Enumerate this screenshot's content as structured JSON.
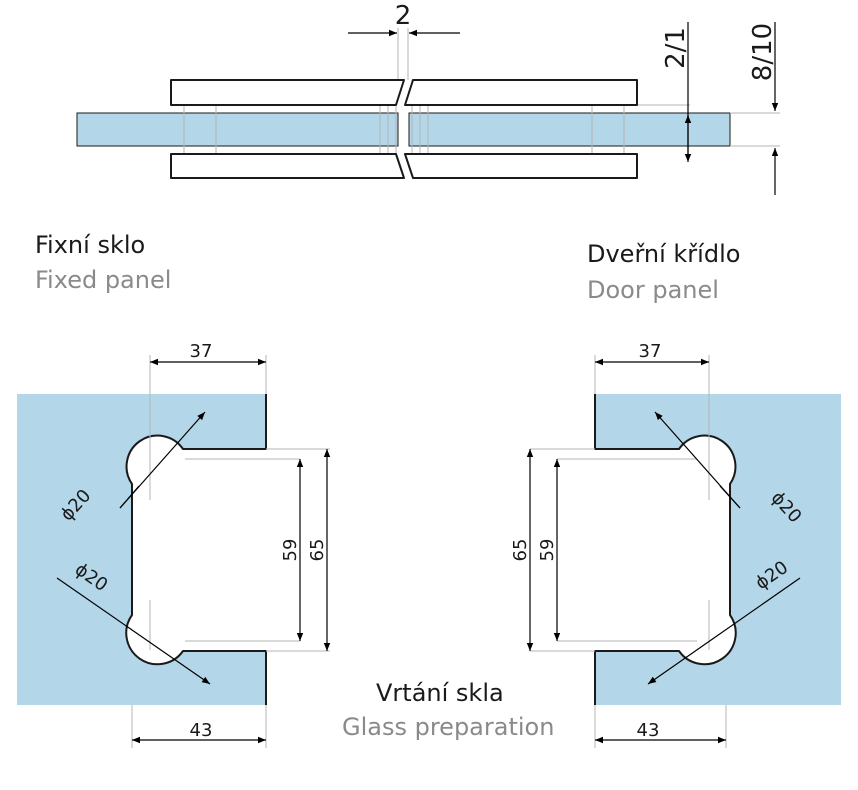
{
  "colors": {
    "glass": "#b3d6e8",
    "outline": "#1a1a1a",
    "dimension": "#000000",
    "hidden_line": "#b4b4b4",
    "primary_text": "#1a1a1a",
    "secondary_text": "#8a8a8a"
  },
  "top_view": {
    "gap_dim": "2",
    "thickness_dim": "2/1",
    "glass_range_dim": "8/10"
  },
  "labels": {
    "fixed_cz": "Fixní sklo",
    "fixed_en": "Fixed panel",
    "door_cz": "Dveřní křídlo",
    "door_en": "Door panel",
    "prep_cz": "Vrtání skla",
    "prep_en": "Glass preparation"
  },
  "fixed_panel": {
    "dim_top": "37",
    "dim_bottom": "43",
    "dim_inner_height": "59",
    "dim_outer_height": "65",
    "dia_upper": "ϕ20",
    "dia_lower": "ϕ20"
  },
  "door_panel": {
    "dim_top": "37",
    "dim_bottom": "43",
    "dim_inner_height": "59",
    "dim_outer_height": "65",
    "dia_upper": "ϕ20",
    "dia_lower": "ϕ20"
  }
}
